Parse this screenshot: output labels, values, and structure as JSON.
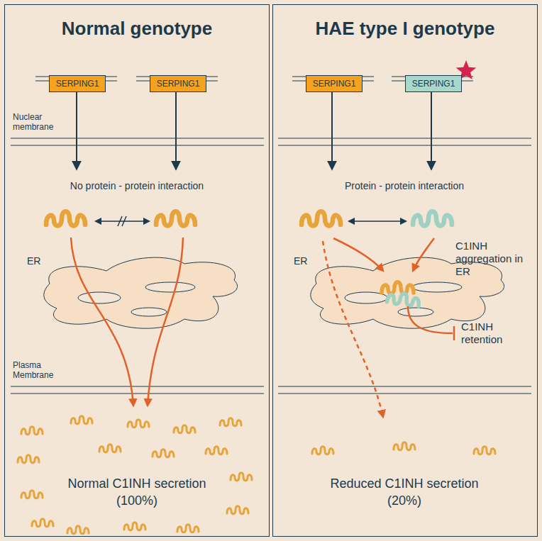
{
  "diagram": {
    "nodes": [
      {
        "text": [
          "Normal genotype"
        ]
      },
      {
        "text": [
          "SERPING1"
        ],
        "in": 0
      },
      {
        "text": [
          "SERPING1"
        ],
        "in": 0
      },
      {
        "text": [
          "HAE type I genotype"
        ]
      },
      {
        "text": [
          "SERPING1"
        ],
        "in": 3
      },
      {
        "text": [
          "SERPING1"
        ],
        "in": 3
      }
    ],
    "labels": [
      "Nuclear membrane",
      "No protein - protein interaction",
      "ER",
      "Plasma Membrane",
      "Normal C1INH secretion",
      "(100%)",
      "Protein - protein interaction",
      "ER",
      "C1INH aggregation in ER",
      "C1INH retention",
      "Reduced C1INH secretion",
      "(20%)"
    ]
  }
}
